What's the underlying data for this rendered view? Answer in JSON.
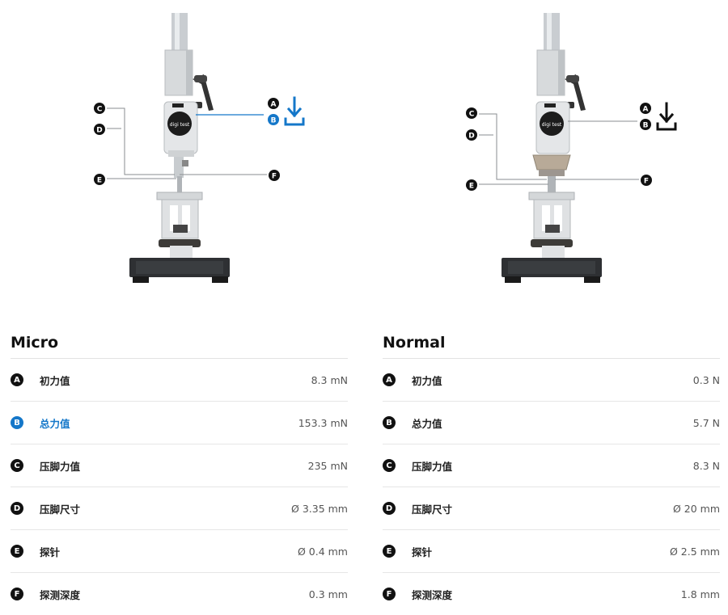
{
  "micro": {
    "title": "Micro",
    "rows": [
      {
        "letter": "A",
        "label": "初力值",
        "value": "8.3 mN"
      },
      {
        "letter": "B",
        "label": "总力值",
        "value": "153.3 mN"
      },
      {
        "letter": "C",
        "label": "压脚力值",
        "value": "235 mN"
      },
      {
        "letter": "D",
        "label": "压脚尺寸",
        "value": "Ø 3.35 mm"
      },
      {
        "letter": "E",
        "label": "探针",
        "value": "Ø 0.4 mm"
      },
      {
        "letter": "F",
        "label": "探测深度",
        "value": "0.3 mm"
      }
    ],
    "highlight_color": "#1477c9"
  },
  "normal": {
    "title": "Normal",
    "rows": [
      {
        "letter": "A",
        "label": "初力值",
        "value": "0.3 N"
      },
      {
        "letter": "B",
        "label": "总力值",
        "value": "5.7 N"
      },
      {
        "letter": "C",
        "label": "压脚力值",
        "value": "8.3 N"
      },
      {
        "letter": "D",
        "label": "压脚尺寸",
        "value": "Ø 20 mm"
      },
      {
        "letter": "E",
        "label": "探针",
        "value": "Ø 2.5 mm"
      },
      {
        "letter": "F",
        "label": "探测深度",
        "value": "1.8 mm"
      }
    ]
  },
  "device_label": "digi test",
  "icons": {
    "download": "download-arrow-icon"
  }
}
